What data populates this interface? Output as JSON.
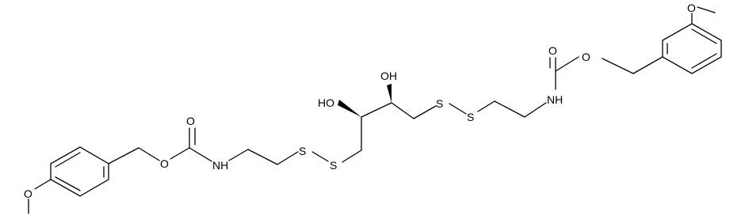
{
  "molecule": {
    "atoms": {
      "o_methoxy_right": "O",
      "o_carbonyl_right": "O",
      "o_ester_right": "O",
      "n_right": "NH",
      "s_right_a": "S",
      "s_right_b": "S",
      "oh_upper": "OH",
      "ho_lower": "HO",
      "s_left_a": "S",
      "s_left_b": "S",
      "n_left": "NH",
      "o_carbonyl_left": "O",
      "o_ester_left": "O",
      "o_methoxy_left": "O"
    }
  }
}
